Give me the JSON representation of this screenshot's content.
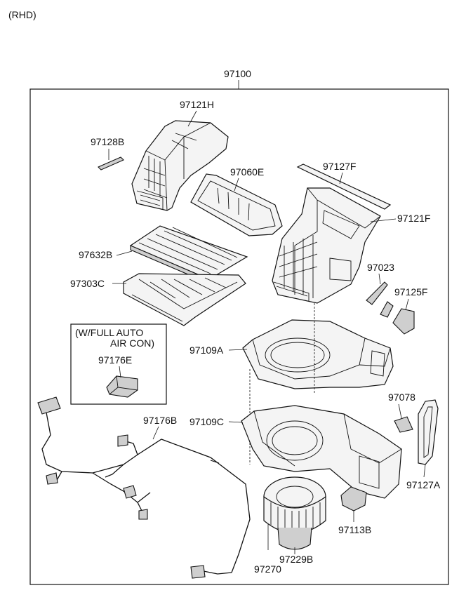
{
  "header": {
    "variant": "(RHD)"
  },
  "assembly": {
    "number": "97100"
  },
  "inset": {
    "title_line1": "(W/FULL AUTO",
    "title_line2": "AIR CON)",
    "part": "97176E"
  },
  "parts": {
    "p97121H": "97121H",
    "p97128B": "97128B",
    "p97060E": "97060E",
    "p97127F": "97127F",
    "p97121F": "97121F",
    "p97632B": "97632B",
    "p97023": "97023",
    "p97303C": "97303C",
    "p97125F": "97125F",
    "p97109A": "97109A",
    "p97078": "97078",
    "p97176B": "97176B",
    "p97109C": "97109C",
    "p97127A": "97127A",
    "p97113B": "97113B",
    "p97229B": "97229B",
    "p97270": "97270"
  }
}
